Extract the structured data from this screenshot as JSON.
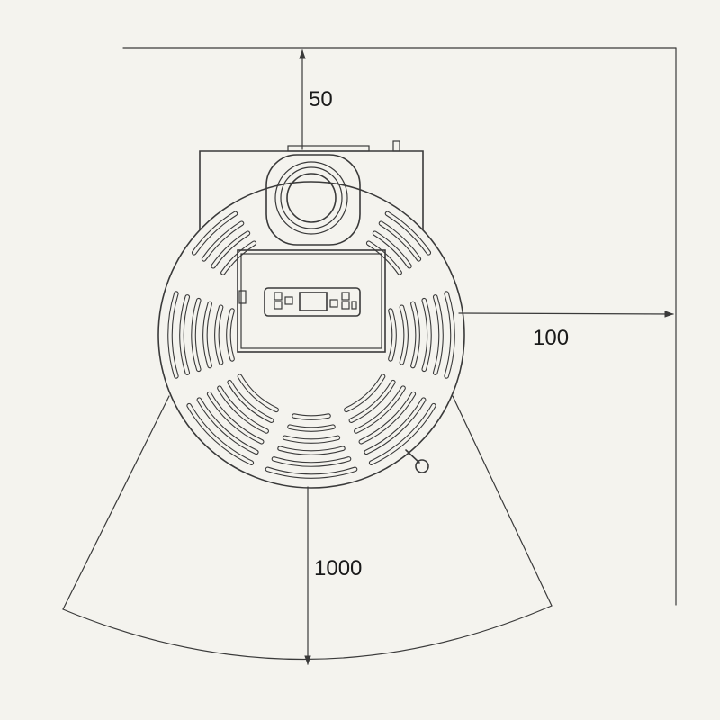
{
  "drawing": {
    "dimensions": {
      "top_clearance": "50",
      "side_clearance": "100",
      "front_clearance": "1000"
    }
  },
  "colors": {
    "background": "#f4f3ee",
    "line": "#3a3a3a",
    "text": "#1a1a1a"
  }
}
